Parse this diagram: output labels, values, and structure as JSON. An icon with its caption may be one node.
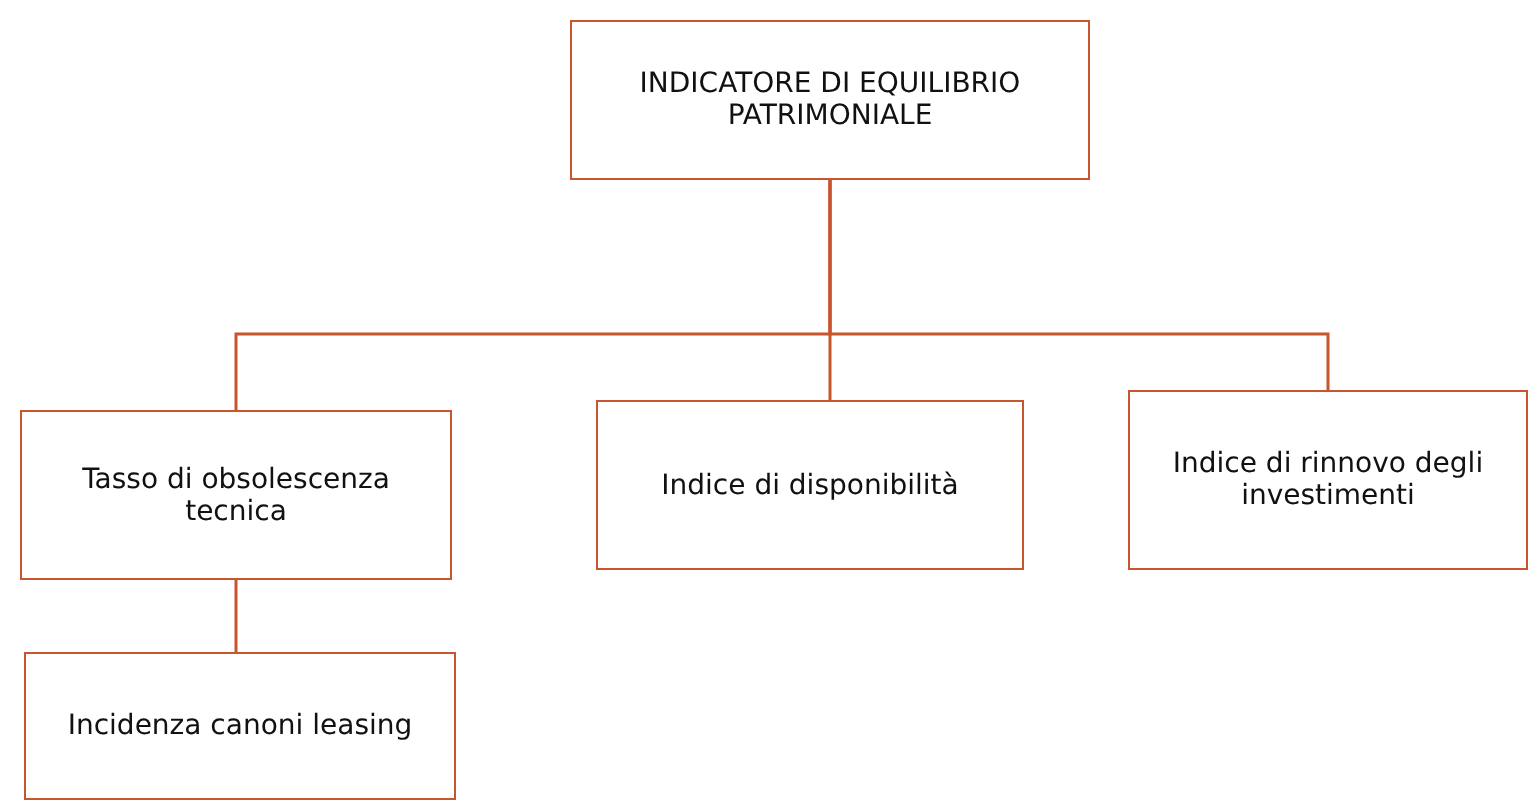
{
  "diagram": {
    "nodes": [
      {
        "text": [
          "INDICATORE DI EQUILIBRIO PATRIMONIALE"
        ]
      },
      {
        "text": [
          "Tasso di obsolescenza tecnica"
        ]
      },
      {
        "text": [
          "Indice di disponibilità"
        ]
      },
      {
        "text": [
          "Indice di rinnovo degli investimenti"
        ]
      },
      {
        "text": [
          "Incidenza canoni leasing"
        ]
      }
    ],
    "edges": [
      {
        "from": 0,
        "to": 1,
        "arrow": "none"
      },
      {
        "from": 0,
        "to": 2,
        "arrow": "none"
      },
      {
        "from": 0,
        "to": 3,
        "arrow": "none"
      },
      {
        "from": 1,
        "to": 4,
        "arrow": "none"
      }
    ]
  }
}
